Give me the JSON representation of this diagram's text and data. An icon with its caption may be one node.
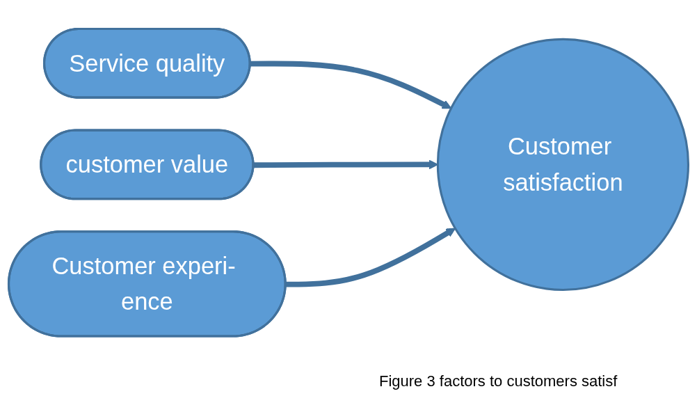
{
  "diagram": {
    "caption": "Figure 3 factors to customers satisf",
    "nodes": [
      {
        "text": [
          "Service quality"
        ]
      },
      {
        "text": [
          "customer value"
        ]
      },
      {
        "text": [
          "Customer experi- ence"
        ]
      },
      {
        "text": [
          "Customer satisfaction"
        ]
      }
    ],
    "edges": [
      {
        "from": 0,
        "to": 3,
        "arrow": "to"
      },
      {
        "from": 1,
        "to": 3,
        "arrow": "to"
      },
      {
        "from": 2,
        "to": 3,
        "arrow": "to"
      }
    ]
  }
}
